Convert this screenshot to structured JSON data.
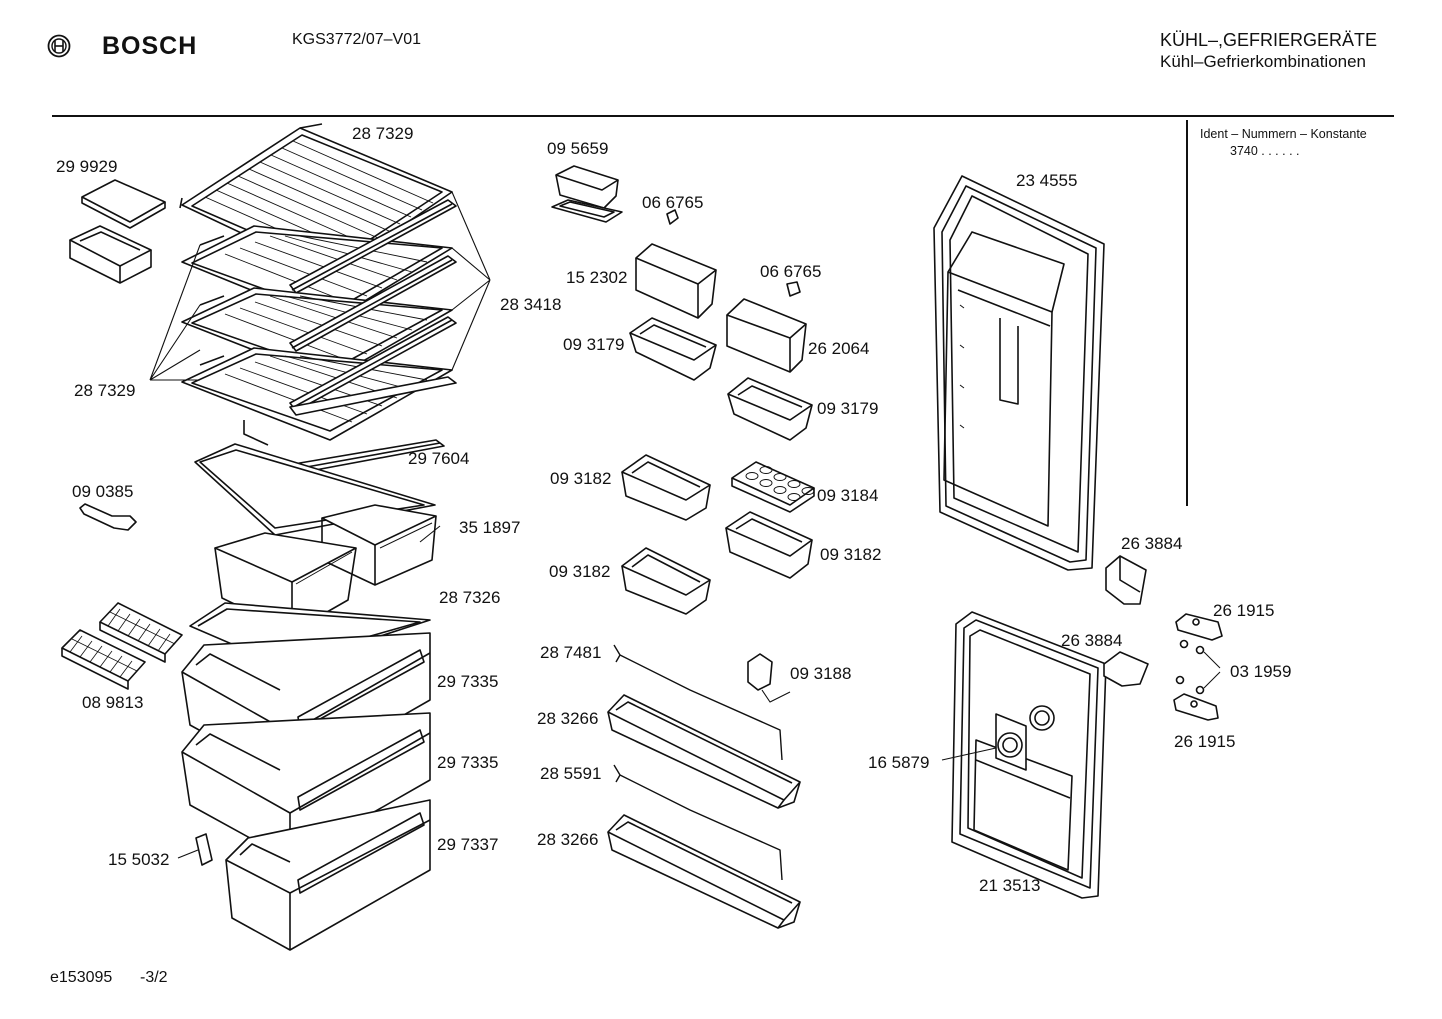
{
  "header": {
    "brand": "BOSCH",
    "model": "KGS3772/07–V01",
    "category_main": "KÜHL–,GEFRIERGERÄTE",
    "category_sub": "Kühl–Gefrierkombinationen"
  },
  "ident": {
    "title": "Ident – Nummern – Konstante",
    "value": "3740 . . . . . ."
  },
  "part_labels": [
    "28 7329",
    "29 9929",
    "28 3418",
    "28 7329",
    "29 7604",
    "09 0385",
    "35 1897",
    "28 7326",
    "08 9813",
    "29 7335",
    "29 7335",
    "15 5032",
    "29 7337",
    "09 5659",
    "06 6765",
    "15 2302",
    "06 6765",
    "09 3179",
    "26 2064",
    "09 3179",
    "09 3182",
    "09 3184",
    "09 3182",
    "09 3182",
    "28 7481",
    "09 3188",
    "28 3266",
    "28 5591",
    "28 3266",
    "23 4555",
    "26 3884",
    "26 1915",
    "26 3884",
    "03 1959",
    "26 1915",
    "16 5879",
    "21 3513"
  ],
  "footer": {
    "drawing_id": "e153095",
    "sheet": "-3/2"
  }
}
